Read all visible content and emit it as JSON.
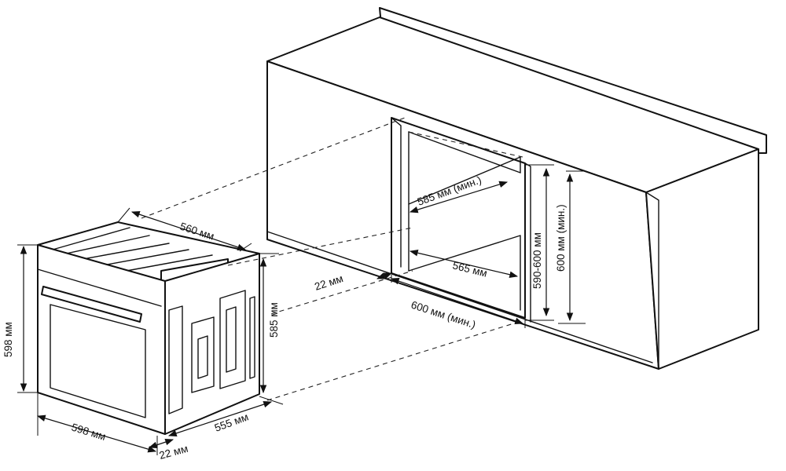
{
  "dimensions": {
    "oven_height": "598 мм",
    "oven_width": "598 мм",
    "oven_depth": "555 мм",
    "front_panel_depth": "22 мм",
    "oven_body_width": "560 мм",
    "oven_body_height": "585 мм",
    "niche_front_offset": "22 мм",
    "niche_depth_min": "585 мм (мин.)",
    "niche_inner_width": "565 мм",
    "niche_width_min": "600 мм (мин.)",
    "niche_height_range": "590-600 мм",
    "niche_height_min": "600 мм (мин.)"
  }
}
